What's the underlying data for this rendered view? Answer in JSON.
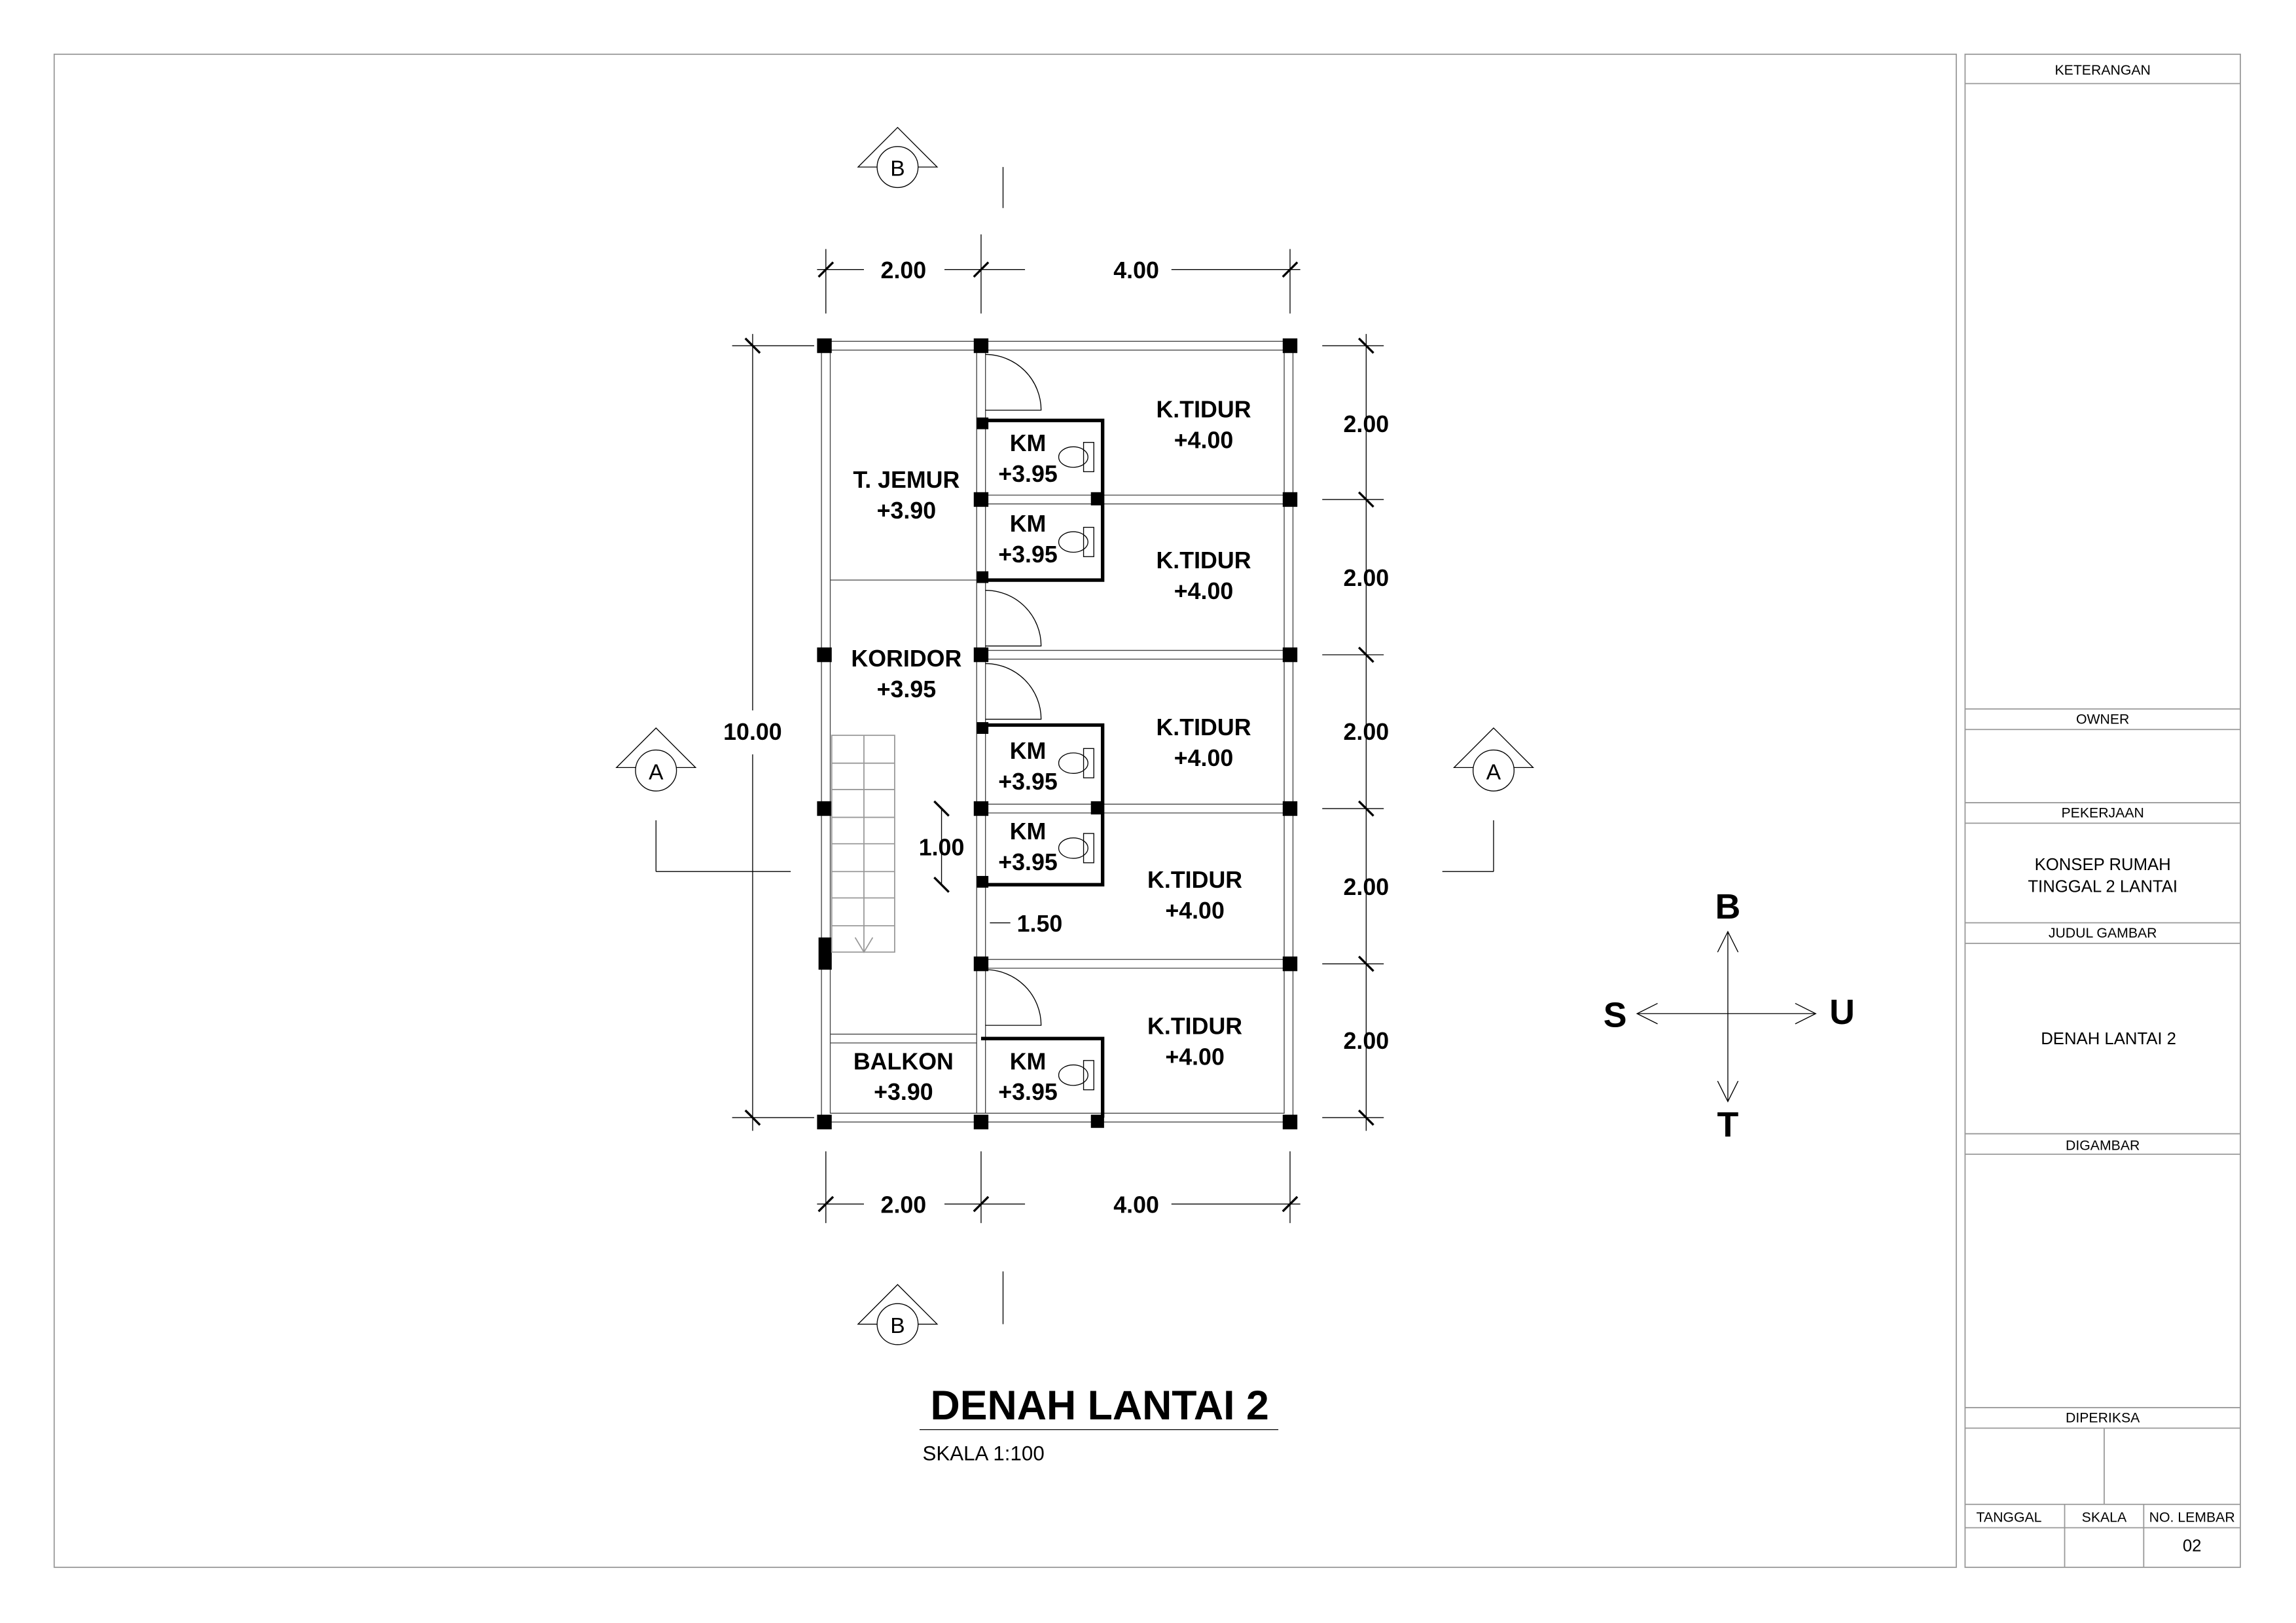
{
  "drawing": {
    "title": "DENAH LANTAI 2",
    "scale": "SKALA 1:100",
    "rooms": [
      {
        "name": "T. JEMUR",
        "level": "+3.90"
      },
      {
        "name": "KORIDOR",
        "level": "+3.95"
      },
      {
        "name": "BALKON",
        "level": "+3.90"
      },
      {
        "name": "KM",
        "level": "+3.95"
      },
      {
        "name": "KM",
        "level": "+3.95"
      },
      {
        "name": "KM",
        "level": "+3.95"
      },
      {
        "name": "KM",
        "level": "+3.95"
      },
      {
        "name": "KM",
        "level": "+3.95"
      },
      {
        "name": "K.TIDUR",
        "level": "+4.00"
      },
      {
        "name": "K.TIDUR",
        "level": "+4.00"
      },
      {
        "name": "K.TIDUR",
        "level": "+4.00"
      },
      {
        "name": "K.TIDUR",
        "level": "+4.00"
      },
      {
        "name": "K.TIDUR",
        "level": "+4.00"
      }
    ],
    "dimensions": {
      "top": [
        "2.00",
        "4.00"
      ],
      "bottom": [
        "2.00",
        "4.00"
      ],
      "left": "10.00",
      "right": [
        "2.00",
        "2.00",
        "2.00",
        "2.00",
        "2.00"
      ],
      "stair_width": "1.00",
      "km_width": "1.50"
    },
    "section_markers": {
      "a": "A",
      "b": "B"
    },
    "compass": {
      "north": "U",
      "south": "S",
      "west": "B",
      "east": "T"
    }
  },
  "title_block": {
    "keterangan": "KETERANGAN",
    "owner": "OWNER",
    "pekerjaan": "PEKERJAAN",
    "project_line1": "KONSEP RUMAH",
    "project_line2": "TINGGAL 2 LANTAI",
    "judul_gambar": "JUDUL GAMBAR",
    "drawing_title": "DENAH LANTAI 2",
    "digambar": "DIGAMBAR",
    "diperiksa": "DIPERIKSA",
    "tanggal": "TANGGAL",
    "skala": "SKALA",
    "no_lembar": "NO. LEMBAR",
    "sheet_number": "02"
  }
}
